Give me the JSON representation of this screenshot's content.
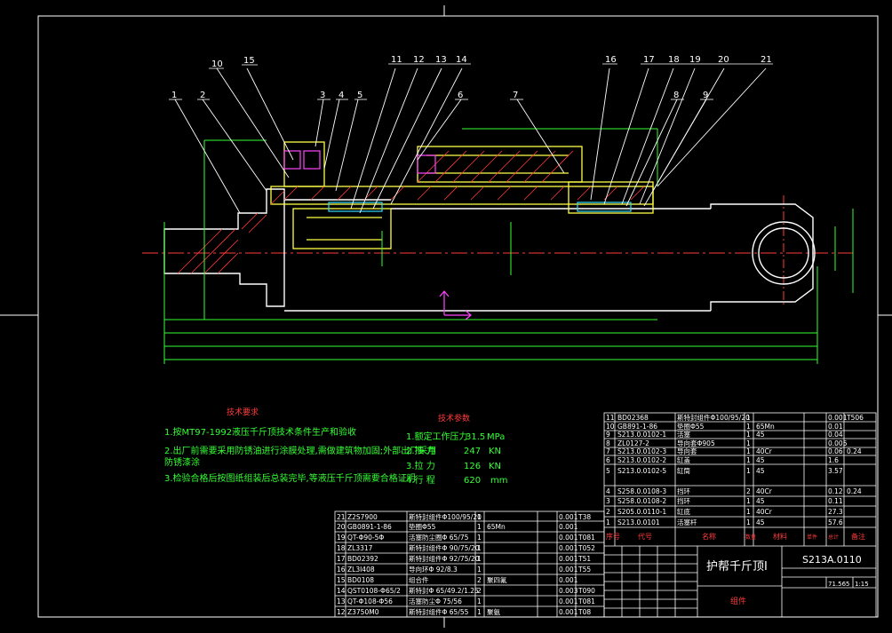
{
  "balloons": [
    "1",
    "2",
    "10",
    "15",
    "3",
    "4",
    "5",
    "11",
    "12",
    "13",
    "14",
    "6",
    "7",
    "16",
    "17",
    "18",
    "19",
    "20",
    "21",
    "8",
    "9"
  ],
  "tech_requirements": {
    "title": "技术要求",
    "lines": [
      "1.按MT97-1992液压千斤顶技术条件生产和验收",
      "2.出厂前需要采用防锈油进行涂膜处理,需做建筑物加固;外部出厂采用",
      "   防锈漆涂",
      "3.检验合格后按图纸组装后总装完毕,等液压千斤顶需要合格证明"
    ]
  },
  "tech_specs": {
    "title": "技术参数",
    "lines": [
      {
        "label": "1.额定工作压力",
        "value": "31.5",
        "unit": "MPa"
      },
      {
        "label": "2.推      力",
        "value": "247",
        "unit": "KN"
      },
      {
        "label": "3.拉      力",
        "value": "126",
        "unit": "KN"
      },
      {
        "label": "4.行      程",
        "value": "620",
        "unit": "mm"
      }
    ]
  },
  "bom_right": [
    {
      "no": "11",
      "code": "BD02368",
      "name": "斯特封组件Φ100/95/20",
      "qty": "1",
      "mat": "",
      "w1": "0.001",
      "w2": "T506"
    },
    {
      "no": "10",
      "code": "GB891-1-86",
      "name": "垫圈Φ55",
      "qty": "1",
      "mat": "65Mn",
      "w1": "0.01",
      "w2": ""
    },
    {
      "no": "9",
      "code": "S213.0.0102-1",
      "name": "活塞",
      "qty": "1",
      "mat": "45",
      "w1": "0.04",
      "w2": ""
    },
    {
      "no": "8",
      "code": "ZL0127-2",
      "name": "导向套Φ905",
      "qty": "1",
      "mat": "",
      "w1": "0.005",
      "w2": ""
    },
    {
      "no": "7",
      "code": "S213.0.0102-3",
      "name": "导向套",
      "qty": "1",
      "mat": "40Cr",
      "w1": "0.06",
      "w2": "0.24"
    },
    {
      "no": "6",
      "code": "S213.0.0102-2",
      "name": "缸盖",
      "qty": "1",
      "mat": "45",
      "w1": "1.6",
      "w2": ""
    },
    {
      "no": "5",
      "code": "S213.0.0102-5",
      "name": "缸筒",
      "qty": "1",
      "mat": "45",
      "w1": "3.57",
      "w2": ""
    },
    {
      "no": "4",
      "code": "S258.0.0108-3",
      "name": "挡环",
      "qty": "2",
      "mat": "40Cr",
      "w1": "0.12",
      "w2": "0.24"
    },
    {
      "no": "3",
      "code": "S258.0.0108-2",
      "name": "挡环",
      "qty": "1",
      "mat": "45",
      "w1": "0.11",
      "w2": ""
    },
    {
      "no": "2",
      "code": "S205.0.0110-1",
      "name": "缸底",
      "qty": "1",
      "mat": "40Cr",
      "w1": "27.3",
      "w2": ""
    },
    {
      "no": "1",
      "code": "S213.0.0101",
      "name": "活塞杆",
      "qty": "1",
      "mat": "45",
      "w1": "57.6",
      "w2": ""
    }
  ],
  "bom_right_header": {
    "no": "序号",
    "code": "代号",
    "name": "名称",
    "qty": "数量",
    "mat": "材料",
    "w1": "单件",
    "w2": "总计",
    "note": "备注"
  },
  "bom_left": [
    {
      "no": "21",
      "code": "Z2S7900",
      "name": "斯特封组件Φ100/95/20",
      "qty": "1",
      "mat": "",
      "w1": "0.001",
      "w2": "T38"
    },
    {
      "no": "20",
      "code": "GB0891-1-86",
      "name": "垫圈Φ55",
      "qty": "1",
      "mat": "65Mn",
      "w1": "0.001",
      "w2": ""
    },
    {
      "no": "19",
      "code": "QT-Φ90-5Φ",
      "name": "活塞防尘圈Φ 65/75",
      "qty": "1",
      "mat": "",
      "w1": "0.001",
      "w2": "T081"
    },
    {
      "no": "18",
      "code": "ZL3317",
      "name": "斯特封组件Φ 90/75/20",
      "qty": "1",
      "mat": "",
      "w1": "0.001",
      "w2": "T052"
    },
    {
      "no": "17",
      "code": "BD02392",
      "name": "斯特封组件Φ 92/75/20",
      "qty": "1",
      "mat": "",
      "w1": "0.001",
      "w2": "T51"
    },
    {
      "no": "16",
      "code": "ZL3I408",
      "name": "导向环Φ 92/8.3",
      "qty": "1",
      "mat": "",
      "w1": "0.001",
      "w2": "T55"
    },
    {
      "no": "15",
      "code": "BD0108",
      "name": "组合件",
      "qty": "2",
      "mat": "聚四氟",
      "w1": "0.001",
      "w2": ""
    },
    {
      "no": "14",
      "code": "QST0108-Φ65/2",
      "name": "斯特封Φ 65/49.2/1.25",
      "qty": "2",
      "mat": "",
      "w1": "0.003",
      "w2": "T090"
    },
    {
      "no": "13",
      "code": "QT-Φ108-Φ56",
      "name": "活塞防尘Φ 75/56",
      "qty": "1",
      "mat": "",
      "w1": "0.001",
      "w2": "T081"
    },
    {
      "no": "12",
      "code": "Z3750M0",
      "name": "斯特封组件Φ 65/55",
      "qty": "1",
      "mat": "聚氨",
      "w1": "0.001",
      "w2": "T08"
    }
  ],
  "title_block": {
    "title": "护帮千斤顶I",
    "drawing_no": "S213A.0110",
    "weight": "71.565",
    "scale": "1:15",
    "type": "组件"
  }
}
